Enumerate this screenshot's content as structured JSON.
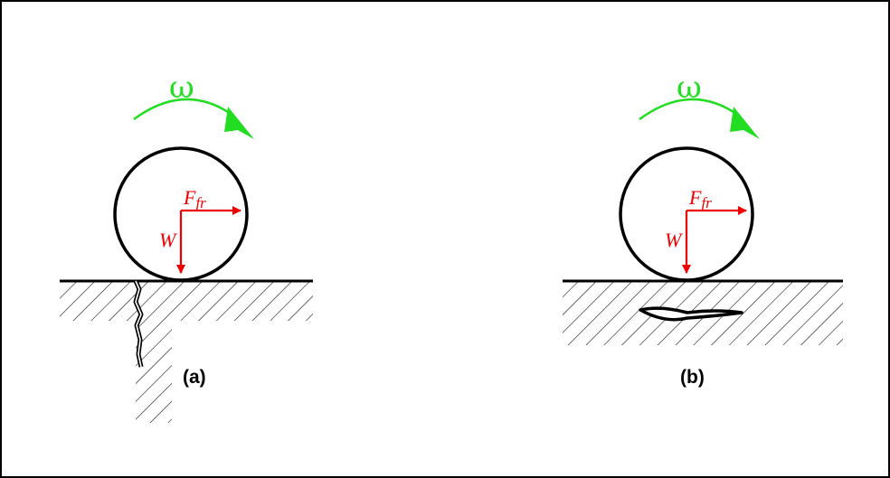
{
  "panels": [
    {
      "label": "(a)",
      "omega": "ω",
      "friction_force": {
        "symbol": "F",
        "subscript": "fr"
      },
      "weight": "W",
      "defect": "surface crack"
    },
    {
      "label": "(b)",
      "omega": "ω",
      "friction_force": {
        "symbol": "F",
        "subscript": "fr"
      },
      "weight": "W",
      "defect": "subsurface crack"
    }
  ],
  "colors": {
    "rotation": "#22dd22",
    "force": "#ee0000",
    "line": "#000000"
  }
}
